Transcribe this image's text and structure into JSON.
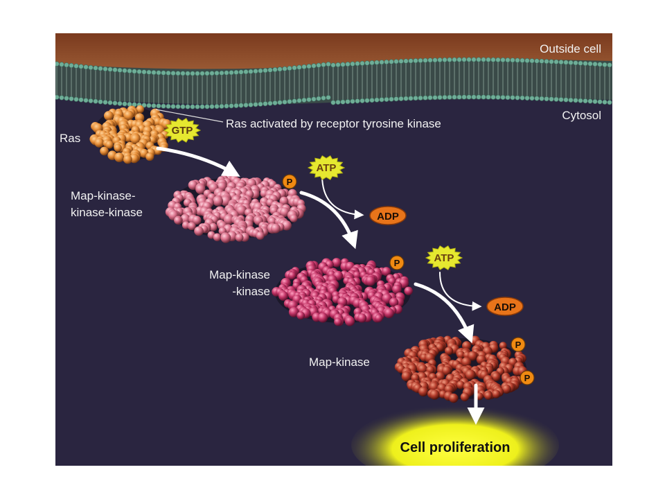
{
  "regions": {
    "outside": "Outside cell",
    "cytosol": "Cytosol"
  },
  "proteins": {
    "ras": "Ras",
    "mkkk_line1": "Map-kinase-",
    "mkkk_line2": "kinase-kinase",
    "mkk_line1": "Map-kinase",
    "mkk_line2": "-kinase",
    "mk": "Map-kinase"
  },
  "callout": "Ras activated by receptor tyrosine kinase",
  "molecules": {
    "gtp": "GTP",
    "atp": "ATP",
    "adp": "ADP",
    "phosphate": "P"
  },
  "outcome": "Cell proliferation",
  "colors": {
    "background": "#2a2540",
    "outside_cell": "#8a4a2a",
    "membrane": "#6fae98",
    "ras": "#e8903a",
    "mkkk": "#d9708a",
    "mkk": "#c23466",
    "mk": "#b23a2a",
    "phosphate": "#f08a12",
    "nucleotide_yellow": "#e6e830",
    "glow": "#f4f418"
  }
}
